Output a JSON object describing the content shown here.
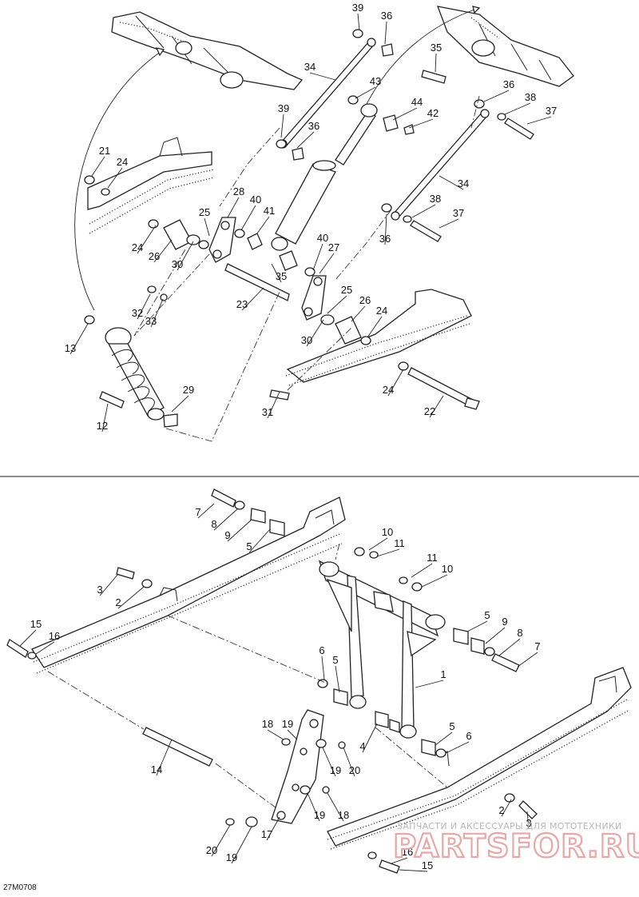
{
  "diagram_code": "27M0708",
  "watermark": {
    "tagline": "ЗАПЧАСТИ И АКСЕССУАРЫ ДЛЯ МОТОТЕХНИКИ",
    "brand": "PARTSFOR.RU"
  },
  "callouts_top": [
    "39",
    "36",
    "35",
    "34",
    "43",
    "44",
    "42",
    "36",
    "38",
    "37",
    "39",
    "36",
    "21",
    "24",
    "28",
    "40",
    "41",
    "25",
    "34",
    "24",
    "26",
    "30",
    "40",
    "27",
    "35",
    "38",
    "37",
    "36",
    "32",
    "33",
    "23",
    "25",
    "26",
    "24",
    "13",
    "30",
    "29",
    "12",
    "31",
    "24",
    "22"
  ],
  "callouts_bottom": [
    "7",
    "8",
    "9",
    "5",
    "10",
    "11",
    "11",
    "10",
    "3",
    "2",
    "5",
    "9",
    "8",
    "7",
    "15",
    "16",
    "6",
    "5",
    "1",
    "18",
    "19",
    "20",
    "19",
    "4",
    "5",
    "6",
    "14",
    "19",
    "18",
    "17",
    "2",
    "3",
    "20",
    "19",
    "16",
    "15"
  ]
}
